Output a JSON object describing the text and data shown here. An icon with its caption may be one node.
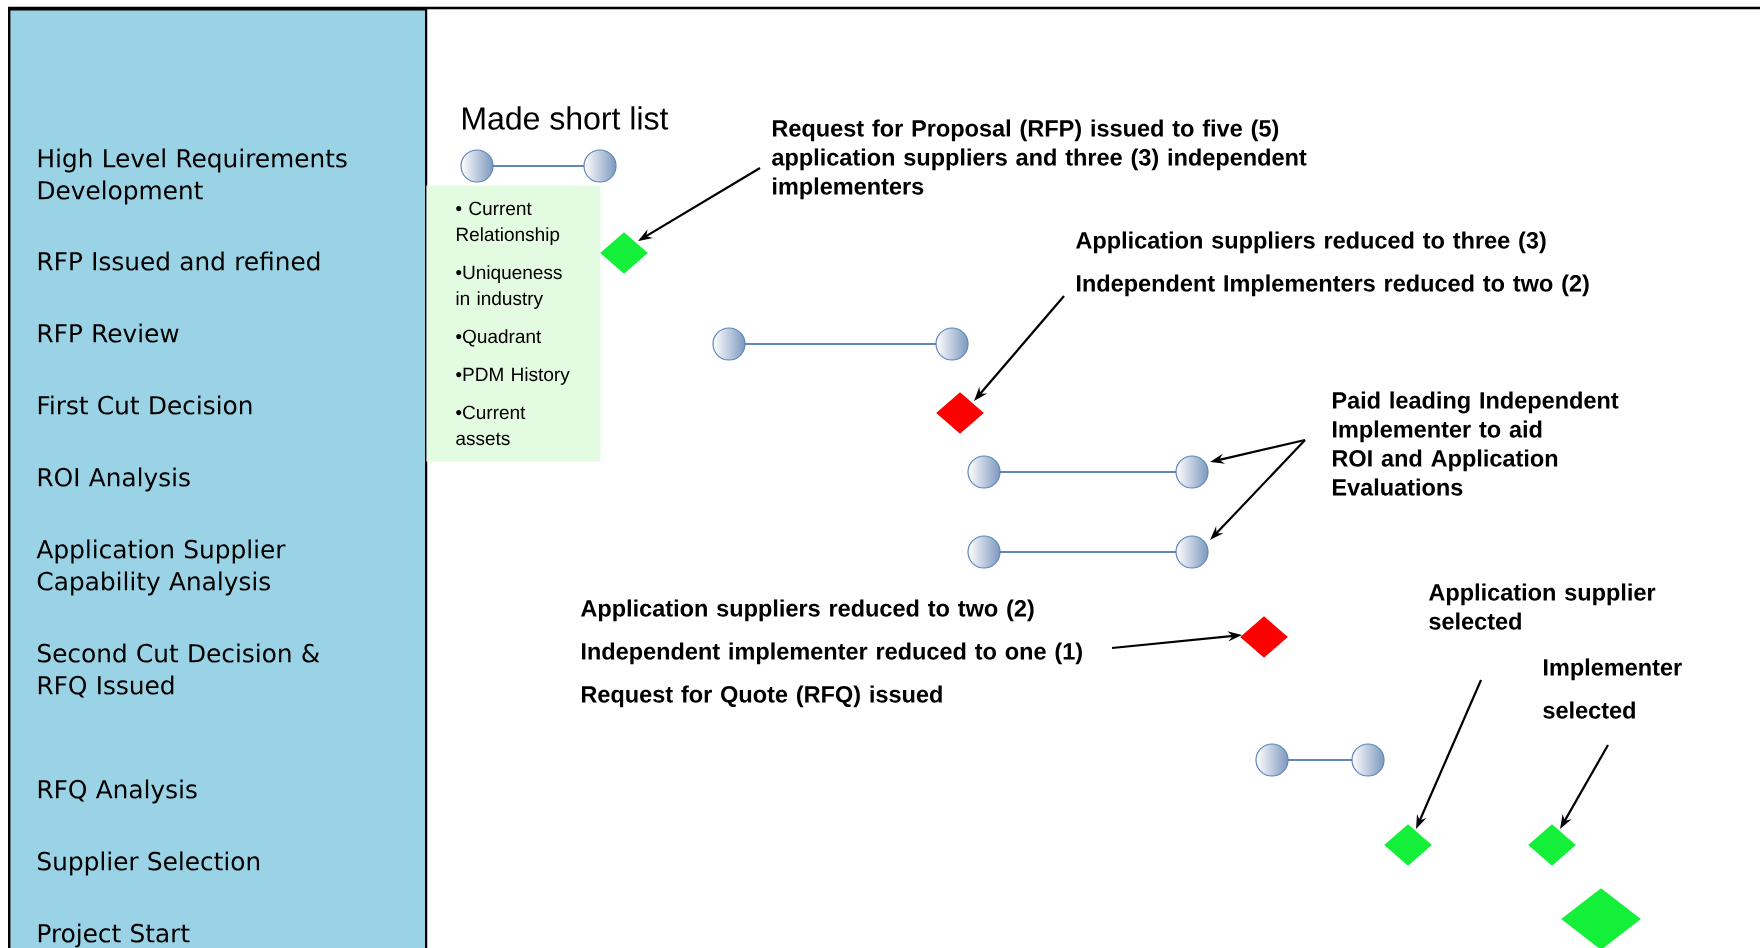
{
  "diagram": {
    "nodes": [
      {
        "text": [
          "High Level Requirements Development",
          "RFP Issued and refined",
          "RFP Review",
          "First Cut Decision",
          "ROI Analysis",
          "Application Supplier Capability Analysis",
          "Second Cut Decision & RFQ Issued",
          "RFQ Analysis",
          "Supplier Selection",
          "Project Start"
        ]
      },
      {
        "text": [],
        "shape": "bar",
        "beside": [
          "Made short list"
        ]
      },
      {
        "text": [
          "• Current Relationship",
          "•Uniqueness in industry",
          "•Quadrant",
          "•PDM History",
          "•Current assets"
        ]
      },
      {
        "text": [
          "Request for Proposal (RFP) issued to five (5) application suppliers and three (3) independent implementers"
        ]
      },
      {
        "text": [],
        "shape": "diamond"
      },
      {
        "text": [
          "Application suppliers reduced to three (3)",
          "Independent Implementers reduced to two (2)"
        ]
      },
      {
        "text": [],
        "shape": "bar"
      },
      {
        "text": [],
        "shape": "diamond"
      },
      {
        "text": [
          "Paid leading Independent Implementer to aid ROI and Application Evaluations"
        ]
      },
      {
        "text": [],
        "shape": "bar"
      },
      {
        "text": [],
        "shape": "bar"
      },
      {
        "text": [
          "Application suppliers reduced to two (2)",
          "Independent implementer reduced to one (1)",
          "Request for Quote (RFQ) issued"
        ]
      },
      {
        "text": [],
        "shape": "diamond"
      },
      {
        "text": [
          "Application supplier selected"
        ]
      },
      {
        "text": [
          "Implementer selected"
        ]
      },
      {
        "text": [],
        "shape": "bar"
      },
      {
        "text": [],
        "shape": "diamond"
      },
      {
        "text": [],
        "shape": "diamond"
      },
      {
        "text": [],
        "shape": "diamond"
      }
    ],
    "edges": [
      {
        "from": 3,
        "to": 4,
        "arrow": "to"
      },
      {
        "from": 5,
        "to": 7,
        "arrow": "to"
      },
      {
        "from": 8,
        "to": 9,
        "arrow": "to"
      },
      {
        "from": 8,
        "to": 10,
        "arrow": "to"
      },
      {
        "from": 11,
        "to": 12,
        "arrow": "to"
      },
      {
        "from": 13,
        "to": 16,
        "arrow": "to"
      },
      {
        "from": 14,
        "to": 17,
        "arrow": "to"
      }
    ]
  }
}
